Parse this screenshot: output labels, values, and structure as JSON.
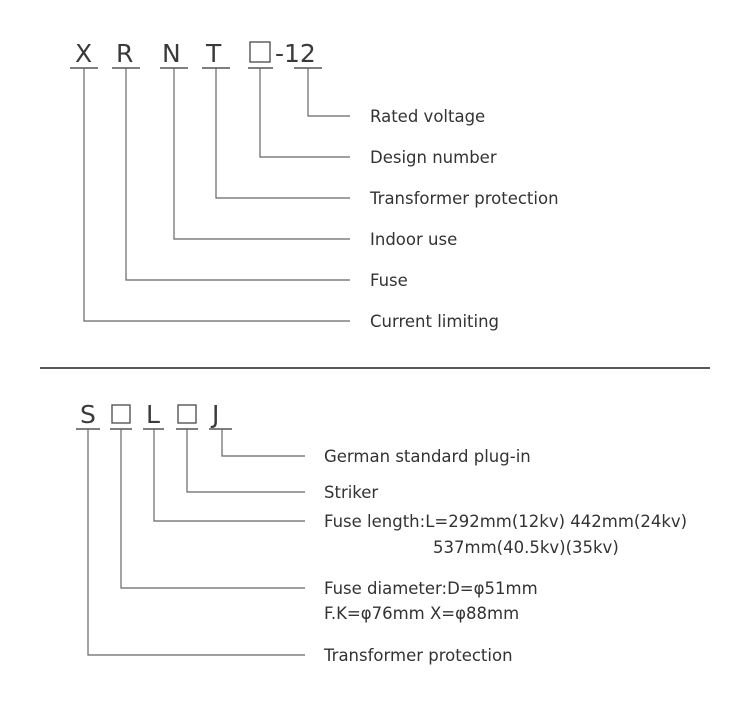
{
  "model1": {
    "codes": [
      "X",
      "R",
      "N",
      "T",
      "",
      "-12"
    ],
    "labels": [
      "Rated voltage",
      "Design number",
      "Transformer protection",
      "Indoor use",
      "Fuse",
      "Current limiting"
    ]
  },
  "model2": {
    "codes": [
      "S",
      "",
      "L",
      "",
      "J"
    ],
    "labels": [
      "German standard plug-in",
      "Striker",
      "Fuse length:L=292mm(12kv)  442mm(24kv)",
      "537mm(40.5kv)(35kv)",
      "Fuse diameter:D=φ51mm",
      "F.K=φ76mm  X=φ88mm",
      "Transformer protection"
    ]
  },
  "colors": {
    "line": "#666666",
    "text": "#333333",
    "divider": "#222222"
  }
}
